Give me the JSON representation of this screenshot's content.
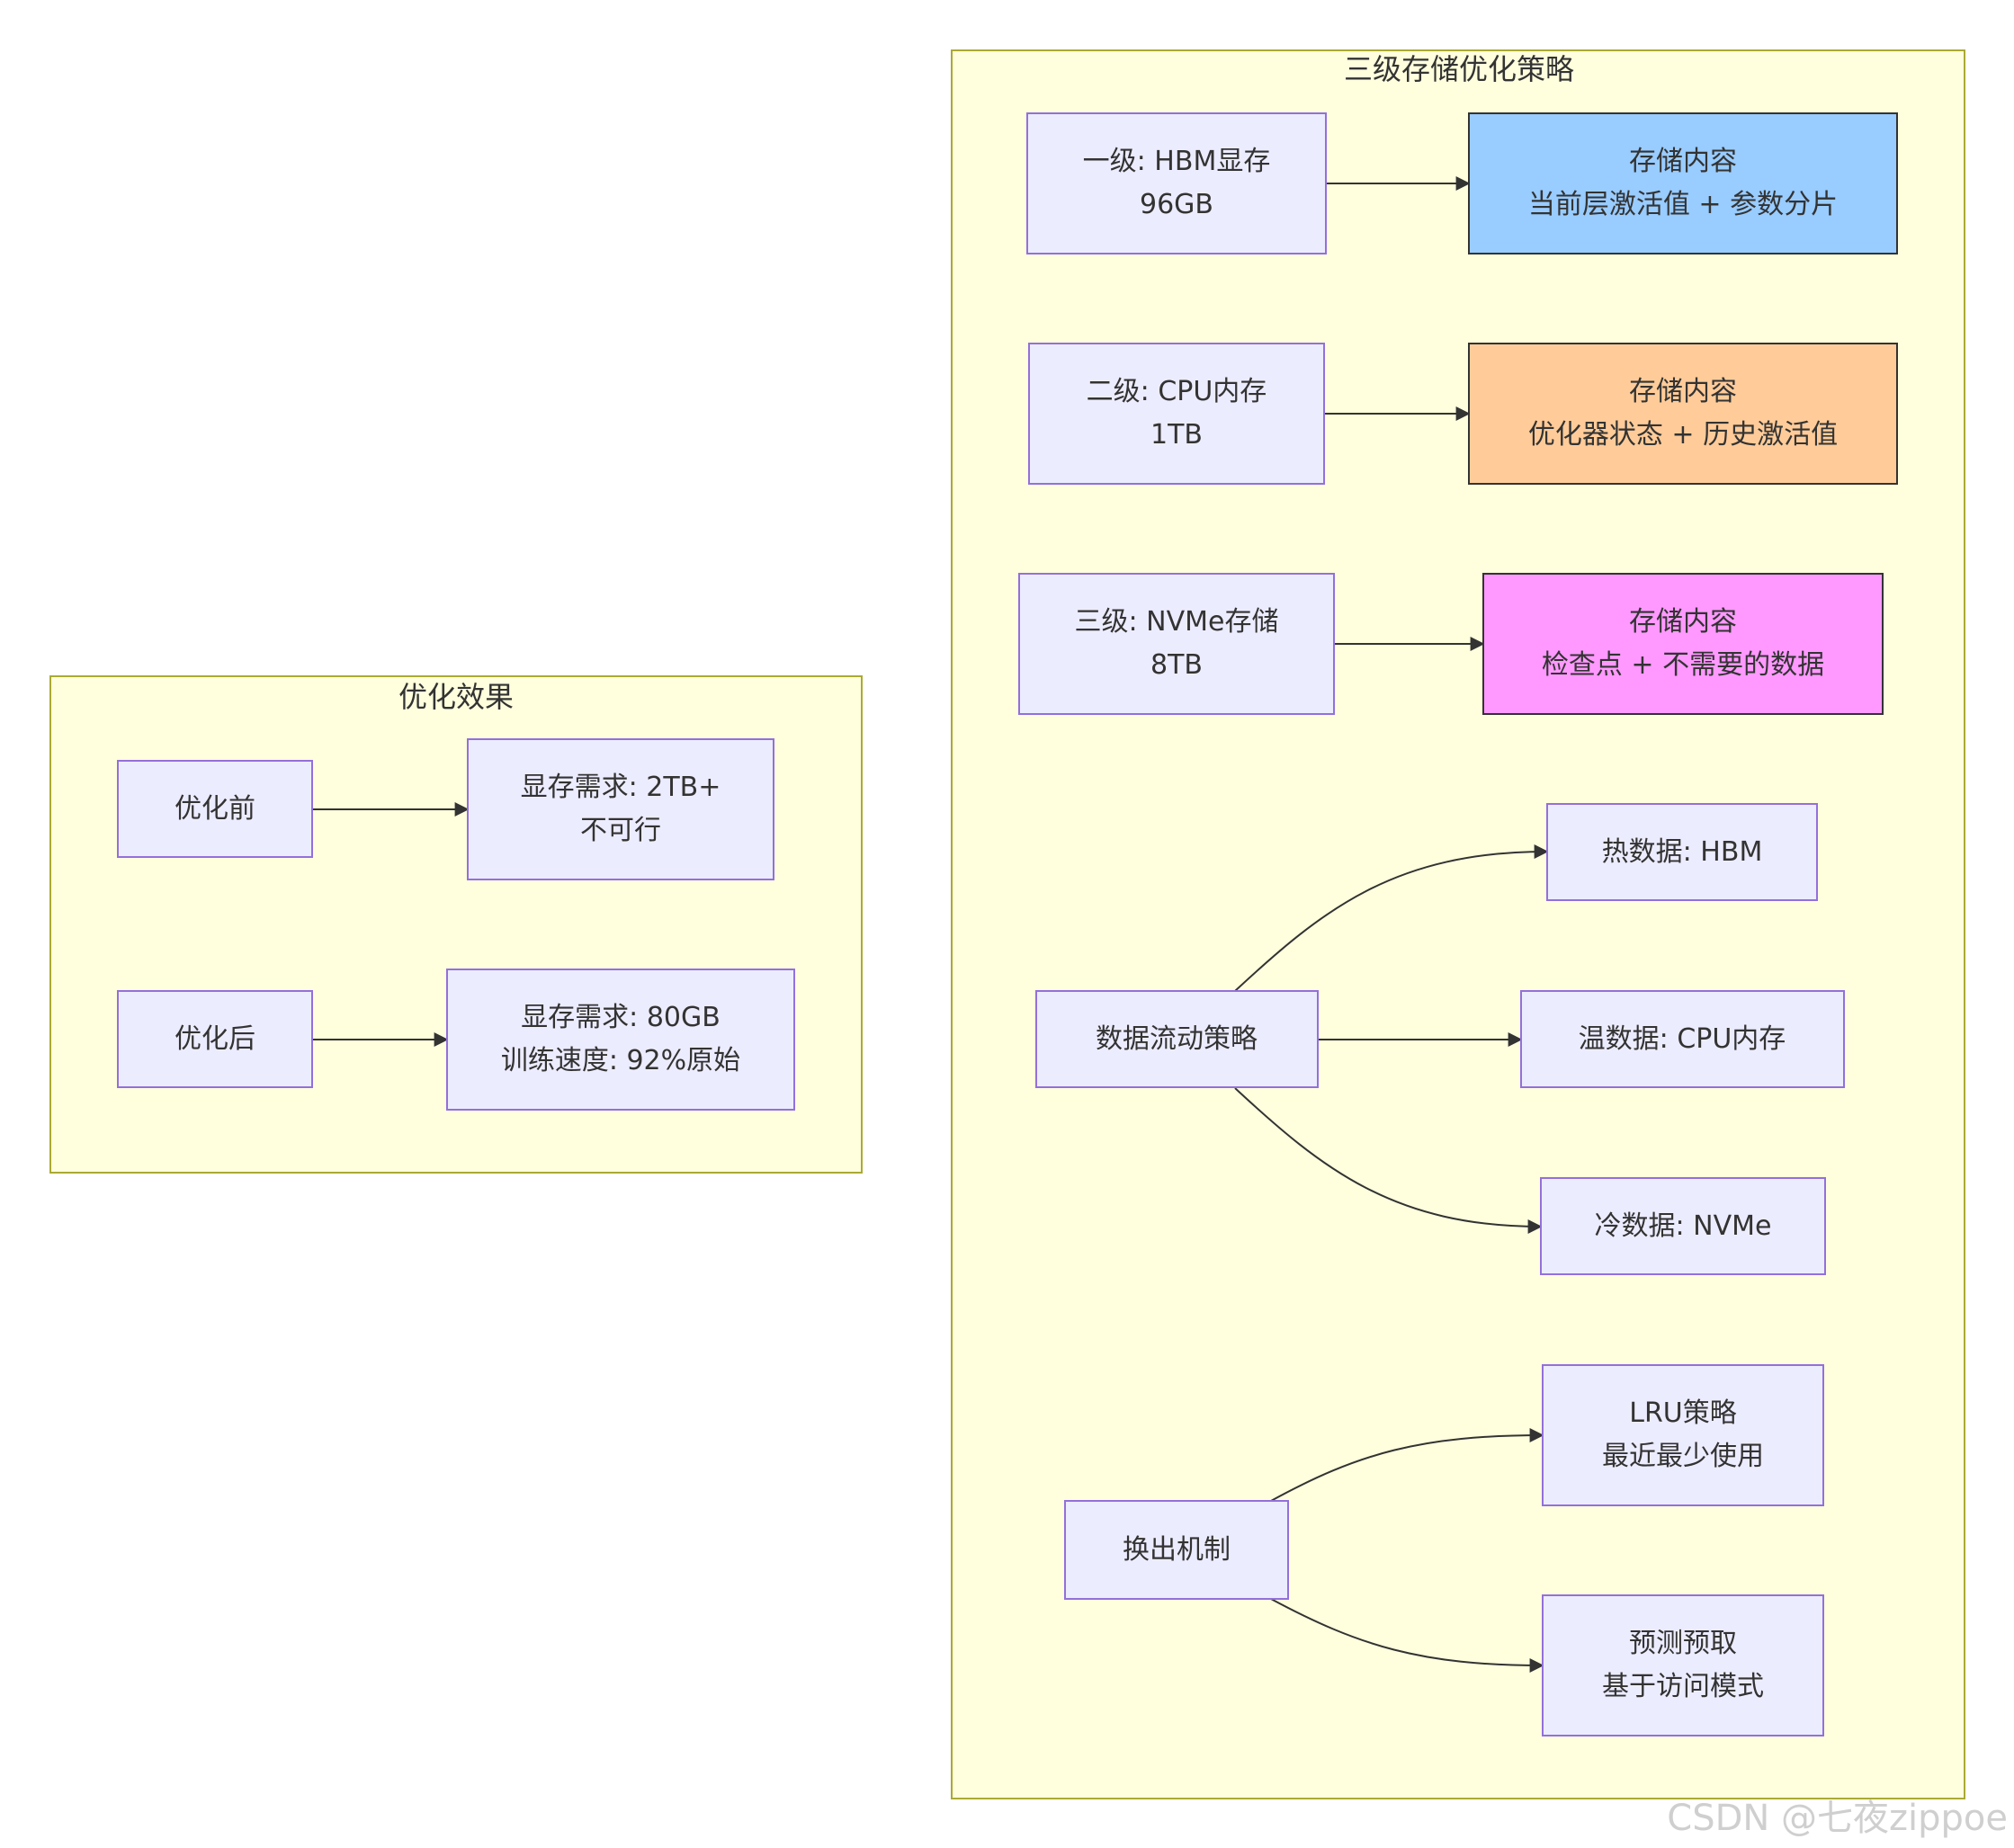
{
  "diagram": {
    "clusters": {
      "effect": {
        "title": "优化效果"
      },
      "strategy": {
        "title": "三级存储优化策略"
      }
    },
    "nodes": {
      "before": {
        "lines": [
          "优化前"
        ]
      },
      "before_result": {
        "lines": [
          "显存需求: 2TB+",
          "不可行"
        ]
      },
      "after": {
        "lines": [
          "优化后"
        ]
      },
      "after_result": {
        "lines": [
          "显存需求: 80GB",
          "训练速度: 92%原始"
        ]
      },
      "tier1": {
        "lines": [
          "一级: HBM显存",
          "96GB"
        ]
      },
      "tier1_content": {
        "lines": [
          "存储内容",
          "当前层激活值 + 参数分片"
        ],
        "fill": "#99ccff"
      },
      "tier2": {
        "lines": [
          "二级: CPU内存",
          "1TB"
        ]
      },
      "tier2_content": {
        "lines": [
          "存储内容",
          "优化器状态 + 历史激活值"
        ],
        "fill": "#ffcc99"
      },
      "tier3": {
        "lines": [
          "三级: NVMe存储",
          "8TB"
        ]
      },
      "tier3_content": {
        "lines": [
          "存储内容",
          "检查点 + 不需要的数据"
        ],
        "fill": "#ff99ff"
      },
      "flow": {
        "lines": [
          "数据流动策略"
        ]
      },
      "hot": {
        "lines": [
          "热数据: HBM"
        ]
      },
      "warm": {
        "lines": [
          "温数据: CPU内存"
        ]
      },
      "cold": {
        "lines": [
          "冷数据: NVMe"
        ]
      },
      "swap": {
        "lines": [
          "换出机制"
        ]
      },
      "lru": {
        "lines": [
          "LRU策略",
          "最近最少使用"
        ]
      },
      "prefetch": {
        "lines": [
          "预测预取",
          "基于访问模式"
        ]
      }
    },
    "edges": [
      {
        "from": "before",
        "to": "before_result"
      },
      {
        "from": "after",
        "to": "after_result"
      },
      {
        "from": "tier1",
        "to": "tier1_content"
      },
      {
        "from": "tier2",
        "to": "tier2_content"
      },
      {
        "from": "tier3",
        "to": "tier3_content"
      },
      {
        "from": "flow",
        "to": "hot"
      },
      {
        "from": "flow",
        "to": "warm"
      },
      {
        "from": "flow",
        "to": "cold"
      },
      {
        "from": "swap",
        "to": "lru"
      },
      {
        "from": "swap",
        "to": "prefetch"
      }
    ]
  },
  "watermark": "CSDN @七夜zippoe"
}
